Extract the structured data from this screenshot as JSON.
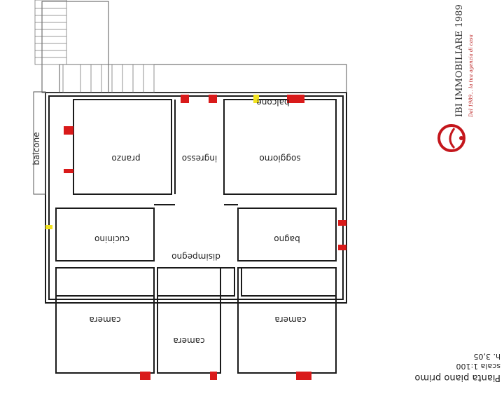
{
  "plan": {
    "title": "Pianta piano primo",
    "scale": "scala 1:100",
    "height": "h. 3,05"
  },
  "rooms": {
    "balcone_top": "balcone",
    "balcone_left": "balcone",
    "pranzo": "pranzo",
    "ingresso": "ingresso",
    "soggiorno": "soggiorno",
    "cucinino": "cucinino",
    "disimpegno": "disimpegno",
    "bagno": "bagno",
    "camera_left": "camera",
    "camera_middle": "camera",
    "camera_right": "camera"
  },
  "logo": {
    "name": "IBI IMMOBILIARE 1989",
    "slogan": "Dal 1989... la tua agenzia di casa"
  },
  "colors": {
    "wall": "#1a1a1a",
    "opening_red": "#d91a1a",
    "opening_yellow": "#f2e21f",
    "brand_red": "#c4161c"
  }
}
